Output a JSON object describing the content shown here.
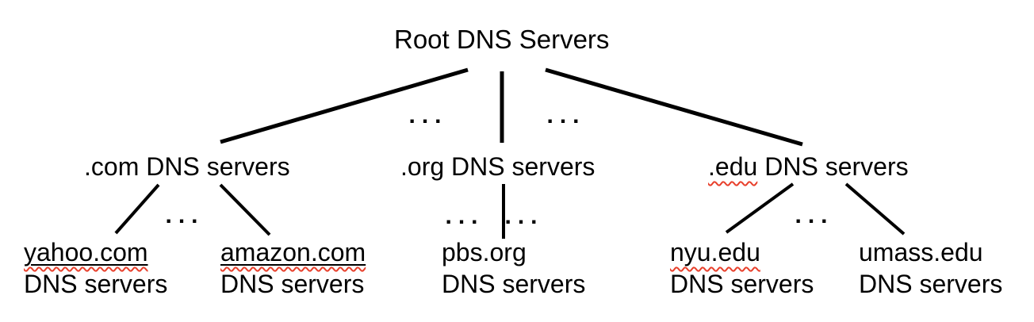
{
  "colors": {
    "text": "#000000",
    "edge": "#000000",
    "squiggle": "#e8402c"
  },
  "ellipsis": "...",
  "nodes": {
    "root": {
      "label": "Root DNS Servers"
    },
    "com": {
      "label": ".com DNS servers"
    },
    "org": {
      "label": ".org DNS servers"
    },
    "edu": {
      "tld": ".edu",
      "rest": "DNS servers"
    },
    "yahoo": {
      "line1": "yahoo.com",
      "line2": "DNS servers"
    },
    "amazon": {
      "line1": "amazon.com",
      "line2": "DNS servers"
    },
    "pbs": {
      "line1": "pbs.org",
      "line2": "DNS servers"
    },
    "nyu": {
      "line1": "nyu.edu",
      "line2": "DNS servers"
    },
    "umass": {
      "line1": "umass.edu",
      "line2": "DNS servers"
    }
  }
}
